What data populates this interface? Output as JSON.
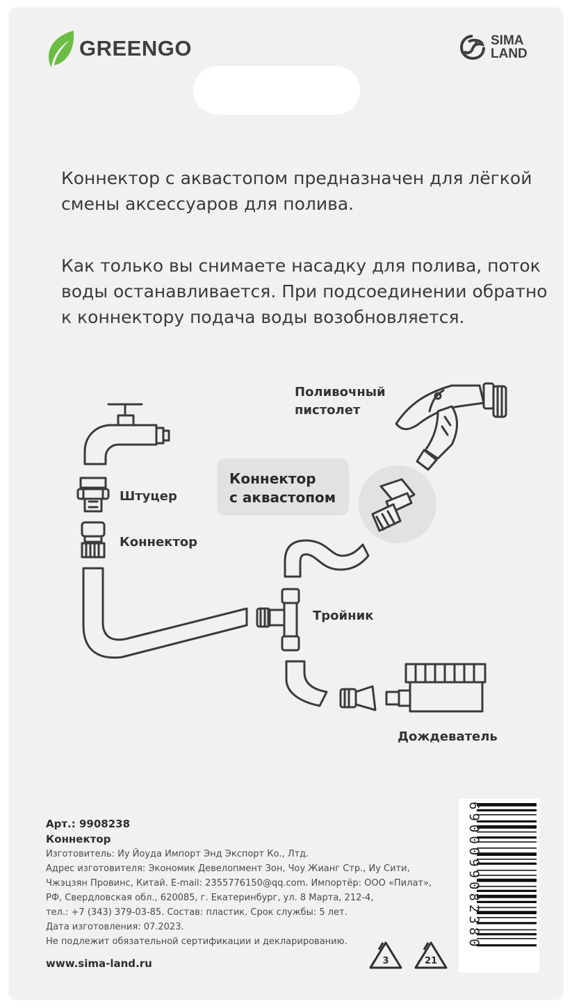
{
  "brand": {
    "name": "GREENGO",
    "leaf_icon": "leaf-icon",
    "leaf_color": "#6abd45"
  },
  "retailer": {
    "line1": "SIMA",
    "line2": "LAND",
    "icon": "sima-land-logo-icon"
  },
  "description": {
    "p1": "Коннектор с аквастопом предназначен для лёгкой смены аксессуаров для полива.",
    "p2": "Как только вы снимаете насадку для полива, поток воды останавливается. При подсоединении обратно к коннектору подача воды возобновляется."
  },
  "diagram": {
    "label_stutser": "Штуцер",
    "label_connector": "Коннектор",
    "label_gun_line1": "Поливочный",
    "label_gun_line2": "пистолет",
    "callout_line1": "Коннектор",
    "callout_line2": "с аквастопом",
    "label_tee": "Тройник",
    "label_sprinkler": "Дождеватель"
  },
  "info": {
    "article": "Арт.: 9908238",
    "product": "Коннектор",
    "manufacturer": "Изготовитель: Иу Йоуда Импорт Энд Экспорт Ко., Лтд.",
    "address1": "Адрес изготовителя: Экономик Девелопмент Зон, Чоу Жианг Стр., Иу Сити,",
    "address2": "Чжэцзян Провинс, Китай. E-mail: 2355776150@qq.com. Импортёр: ООО «Пилат»,",
    "address3": "РФ, Свердловская обл., 620085, г. Екатеринбург, ул. 8 Марта, 212-4,",
    "address4": "тел.: +7 (343) 379-03-85. Состав: пластик. Срок службы: 5 лет.",
    "date": "Дата изготовления: 07.2023.",
    "cert": "Не подлежит обязательной сертификации и декларированию.",
    "website": "www.sima-land.ru"
  },
  "recycling": {
    "code1": "3",
    "code2": "21"
  },
  "barcode": {
    "digits": "6900099082380"
  }
}
